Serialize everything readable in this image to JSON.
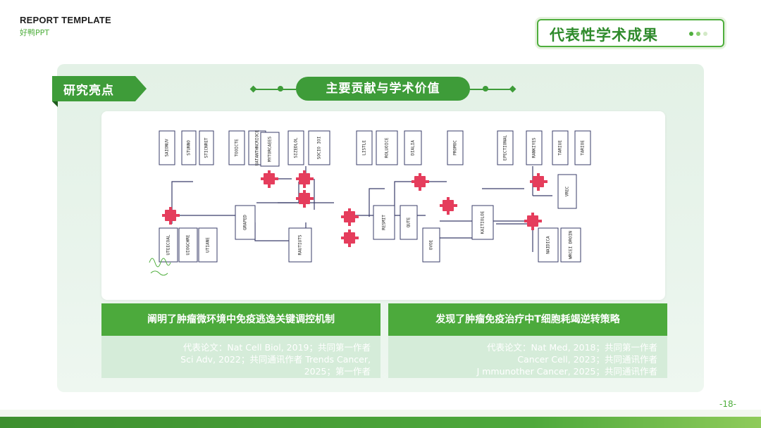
{
  "header": {
    "report_title": "REPORT TEMPLATE",
    "brand": "好鸭PPT",
    "slide_title": "代表性学术成果"
  },
  "section": {
    "tag_label": "研究亮点",
    "heading": "主要贡献与学术价值"
  },
  "diagram": {
    "boxes": [
      "SAIONUV",
      "STUNNO",
      "STICNRET",
      "TOOICTE",
      "UATANTHNCRIOCE",
      "MYTORCAEES",
      "SIZEDLOL",
      "SOCIO IOI",
      "LISTLE",
      "ROLUOICE",
      "DIALIA",
      "PROMOC",
      "EPECTIONAL",
      "RANKIYES",
      "TARIUE",
      "TARIOE",
      "UTEECOAL",
      "UIOGCHRE",
      "UTIANE",
      "GRAPED",
      "RAUTIUTS",
      "RESMIT",
      "OVOE",
      "QUTE",
      "KAITIOLOE",
      "NAIDICA",
      "WRCEI DROIN",
      "VREC"
    ]
  },
  "cards": [
    {
      "title": "阐明了肿瘤微环境中免疫逃逸关键调控机制",
      "lines": [
        "代表论文：Nat Cell Biol, 2019；共同第一作者",
        "Sci Adv, 2022；共同通讯作者 Trends Cancer,",
        "2025；第一作者"
      ]
    },
    {
      "title": "发现了肿瘤免疫治疗中T细胞耗竭逆转策略",
      "lines": [
        "代表论文：Nat Med, 2018；共同第一作者",
        "Cancer Cell, 2023；共同通讯作者",
        "J mmunother Cancer, 2025；共同通讯作者"
      ]
    }
  ],
  "footer": {
    "page_number": "-18-"
  },
  "colors": {
    "accent": "#3e9c39",
    "accent_light": "#4caa3c",
    "panel": "#e3f1e6",
    "connector": "#e53d5c"
  }
}
